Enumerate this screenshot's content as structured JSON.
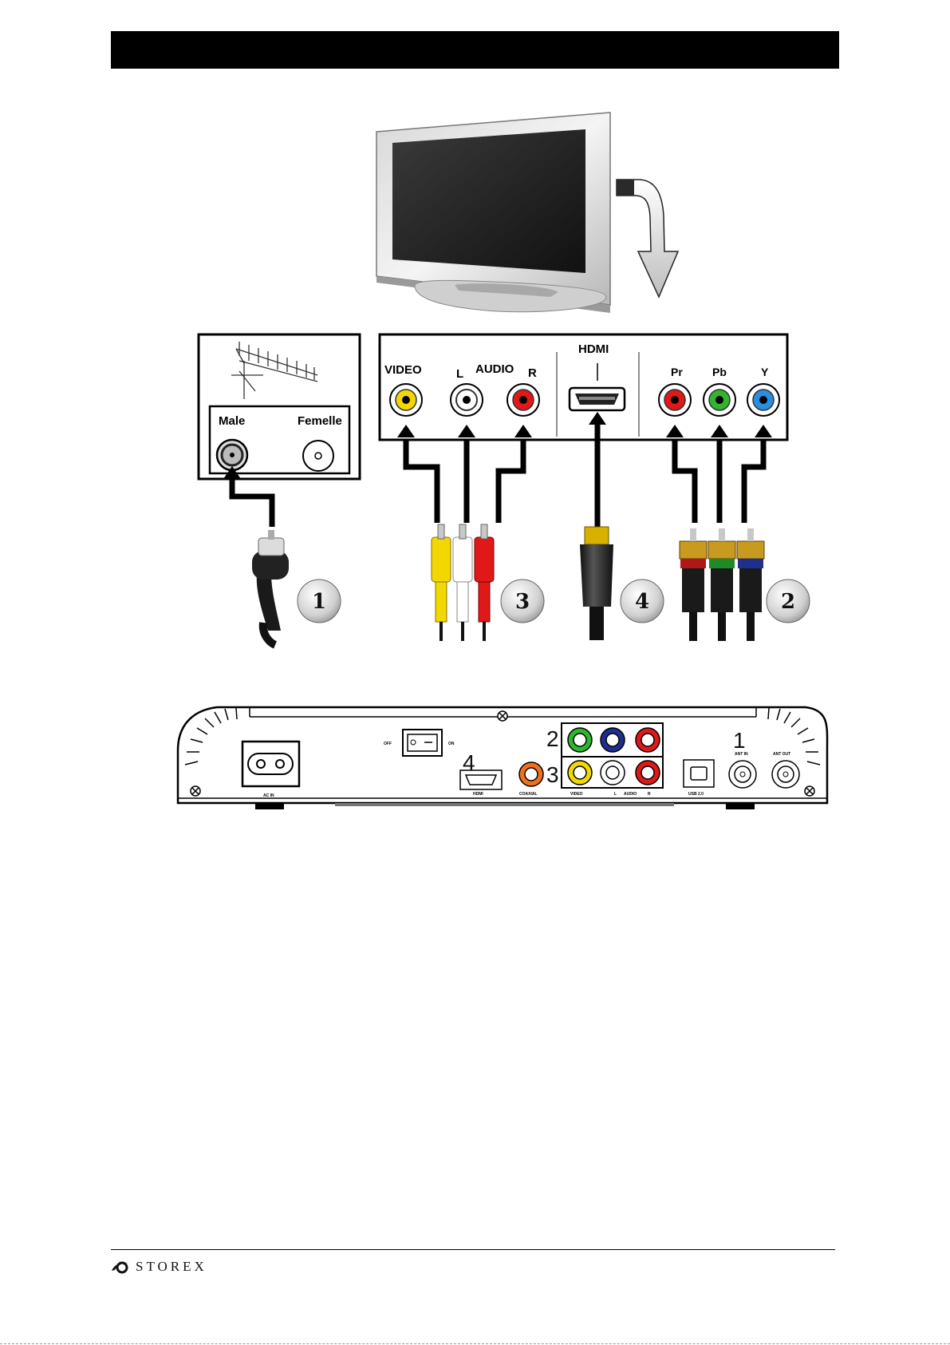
{
  "tv_panel": {
    "video": "VIDEO",
    "audio_l": "L",
    "audio": "AUDIO",
    "audio_r": "R",
    "hdmi": "HDMI",
    "pr": "Pr",
    "pb": "Pb",
    "y": "Y"
  },
  "antenna_panel": {
    "male": "Male",
    "femelle": "Femelle"
  },
  "cable_numbers": {
    "antenna": "1",
    "composite": "3",
    "hdmi": "4",
    "component": "2"
  },
  "receiver": {
    "ac_in": "AC IN",
    "off": "OFF",
    "on": "ON",
    "hdmi": "HDMI",
    "coaxial": "COAXIAL",
    "video": "VIDEO",
    "l": "L",
    "audio": "AUDIO",
    "r": "R",
    "usb": "USB 2.0",
    "ant_in": "ANT IN",
    "ant_out": "ANT OUT",
    "num_component": "2",
    "num_composite": "3",
    "num_hdmi": "4",
    "num_antenna": "1"
  },
  "footer": {
    "brand": "STOREX"
  },
  "colors": {
    "yellow": "#f2d800",
    "white": "#ffffff",
    "red": "#e01818",
    "green": "#2fb52f",
    "blue": "#2a8fe0",
    "dark_blue": "#1e2f8f",
    "orange": "#f07020"
  }
}
